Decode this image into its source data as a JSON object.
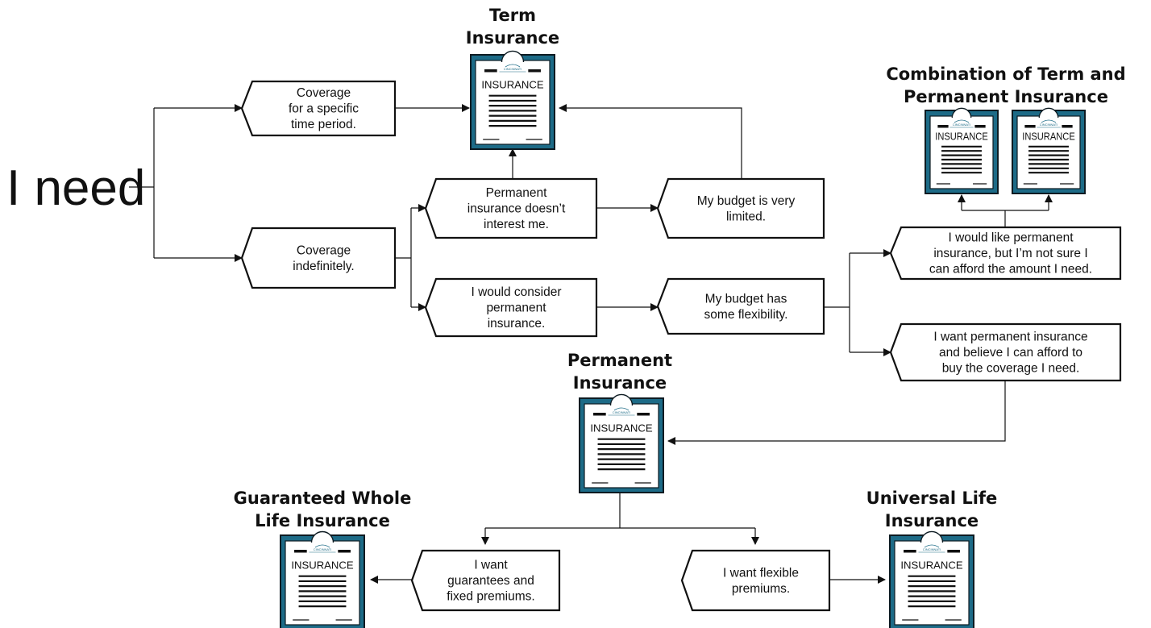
{
  "start_label": "I need",
  "colors": {
    "document_frame": "#1d6b87",
    "frame_border": "#0d1b22",
    "line": "#111111"
  },
  "document_icon": {
    "label": "INSURANCE",
    "logo_text": "CINCINNATI"
  },
  "titles": {
    "term": [
      "Term",
      "Insurance"
    ],
    "combination": [
      "Combination of Term and",
      "Permanent Insurance"
    ],
    "permanent": [
      "Permanent",
      "Insurance"
    ],
    "whole_life": [
      "Guaranteed Whole",
      "Life Insurance"
    ],
    "universal": [
      "Universal Life",
      "Insurance"
    ]
  },
  "boxes": {
    "specific": [
      "Coverage",
      "for a specific",
      "time period."
    ],
    "indefinite": [
      "Coverage",
      "indefinitely."
    ],
    "not_interested": [
      "Permanent",
      "insurance doesn’t",
      "interest me."
    ],
    "would_consider": [
      "I would consider",
      "permanent",
      "insurance."
    ],
    "limited_budget": [
      "My budget is very",
      "limited."
    ],
    "flexible_budget": [
      "My budget has",
      "some flexibility."
    ],
    "not_sure": [
      "I would like permanent",
      "insurance, but I’m not sure I",
      "can afford the amount I need."
    ],
    "can_afford": [
      "I want permanent insurance",
      "and believe I can afford to",
      "buy the coverage I need."
    ],
    "guarantees": [
      "I want",
      "guarantees and",
      "fixed premiums."
    ],
    "flexible_premiums": [
      "I want flexible",
      "premiums."
    ]
  }
}
